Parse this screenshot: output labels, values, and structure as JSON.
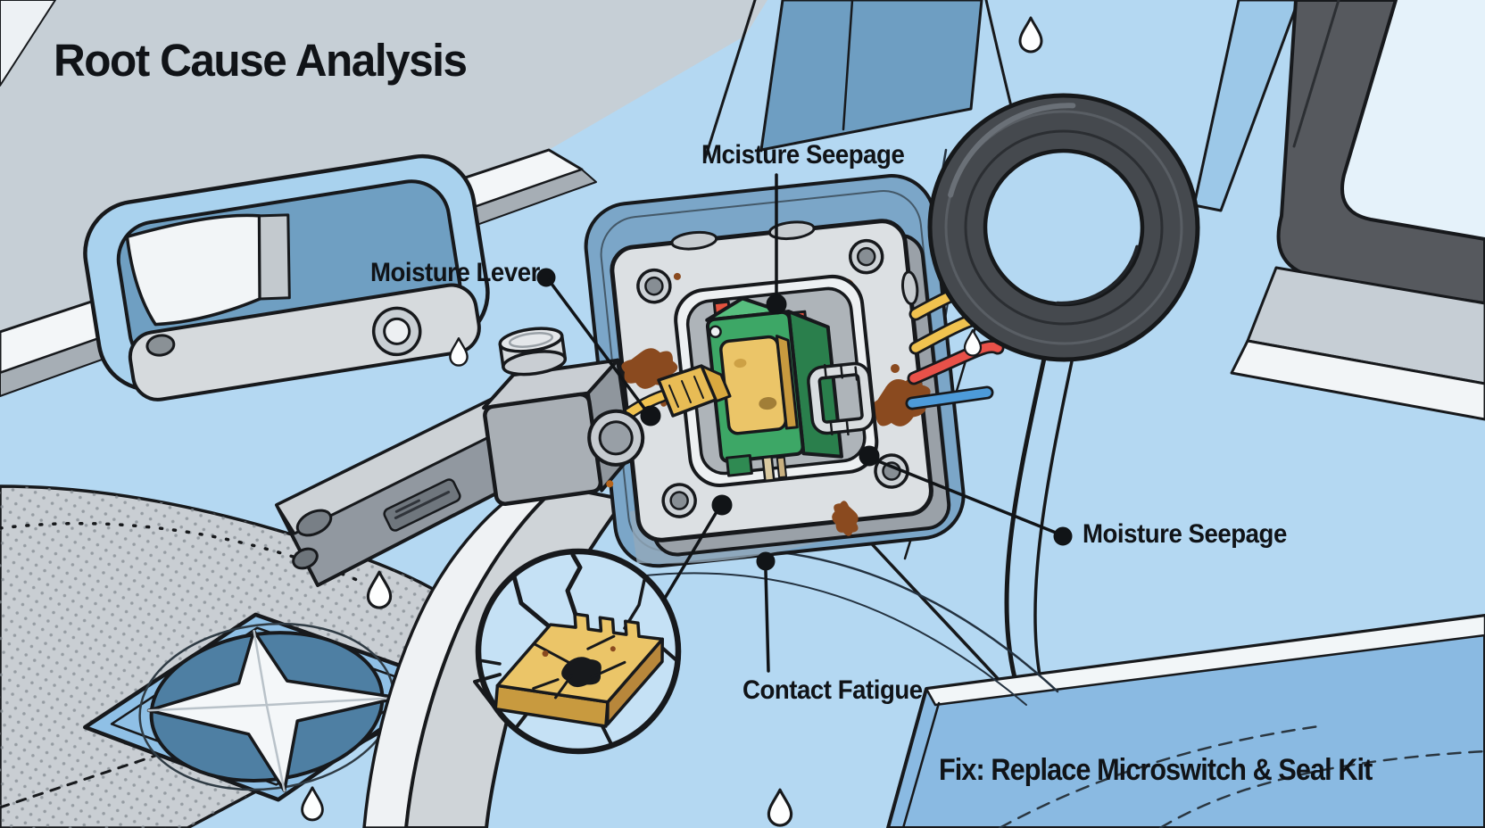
{
  "title": "Root Cause Analysis",
  "callouts": {
    "moisture_seepage_top": "Mcisture Seepage",
    "moisture_lever": "Moisture Lever",
    "moisture_seepage_right": "Moisture Seepage",
    "contact_fatigue": "Contact Fatigue"
  },
  "fix_note": "Fix: Replace Microswitch & Seal Kit",
  "colors": {
    "background_blue": "#B4D8F2",
    "door_panel_blue": "#A9D2EE",
    "recess_blue": "#7BA6C8",
    "deep_blue": "#6E9EC2",
    "sill_gray": "#C6CFD6",
    "metal_light": "#DCE0E3",
    "metal_mid": "#A9AFB5",
    "metal_dark": "#878E94",
    "pcb_green": "#3DA766",
    "pcb_green_dark": "#2A7F4C",
    "contact_yellow": "#EBC568",
    "contact_side": "#C89A3F",
    "wire_yellow": "#F0C24F",
    "wire_red": "#E85149",
    "wire_blue": "#4D9BD9",
    "tab_red": "#E4533F",
    "rust_brown": "#8A4A1F",
    "seal_ring_dark": "#45494E",
    "glass_pale": "#E5F2FA",
    "ink": "#17191c"
  },
  "scene_parts": [
    "car-door-interior",
    "door-handle",
    "armrest",
    "speaker-grille-star",
    "door-lock-lever",
    "microswitch-mount-plate",
    "microswitch-pcb",
    "wiring-harness",
    "rubber-seal-ring",
    "cracked-contact-magnifier",
    "water-droplets",
    "rust-stains"
  ]
}
